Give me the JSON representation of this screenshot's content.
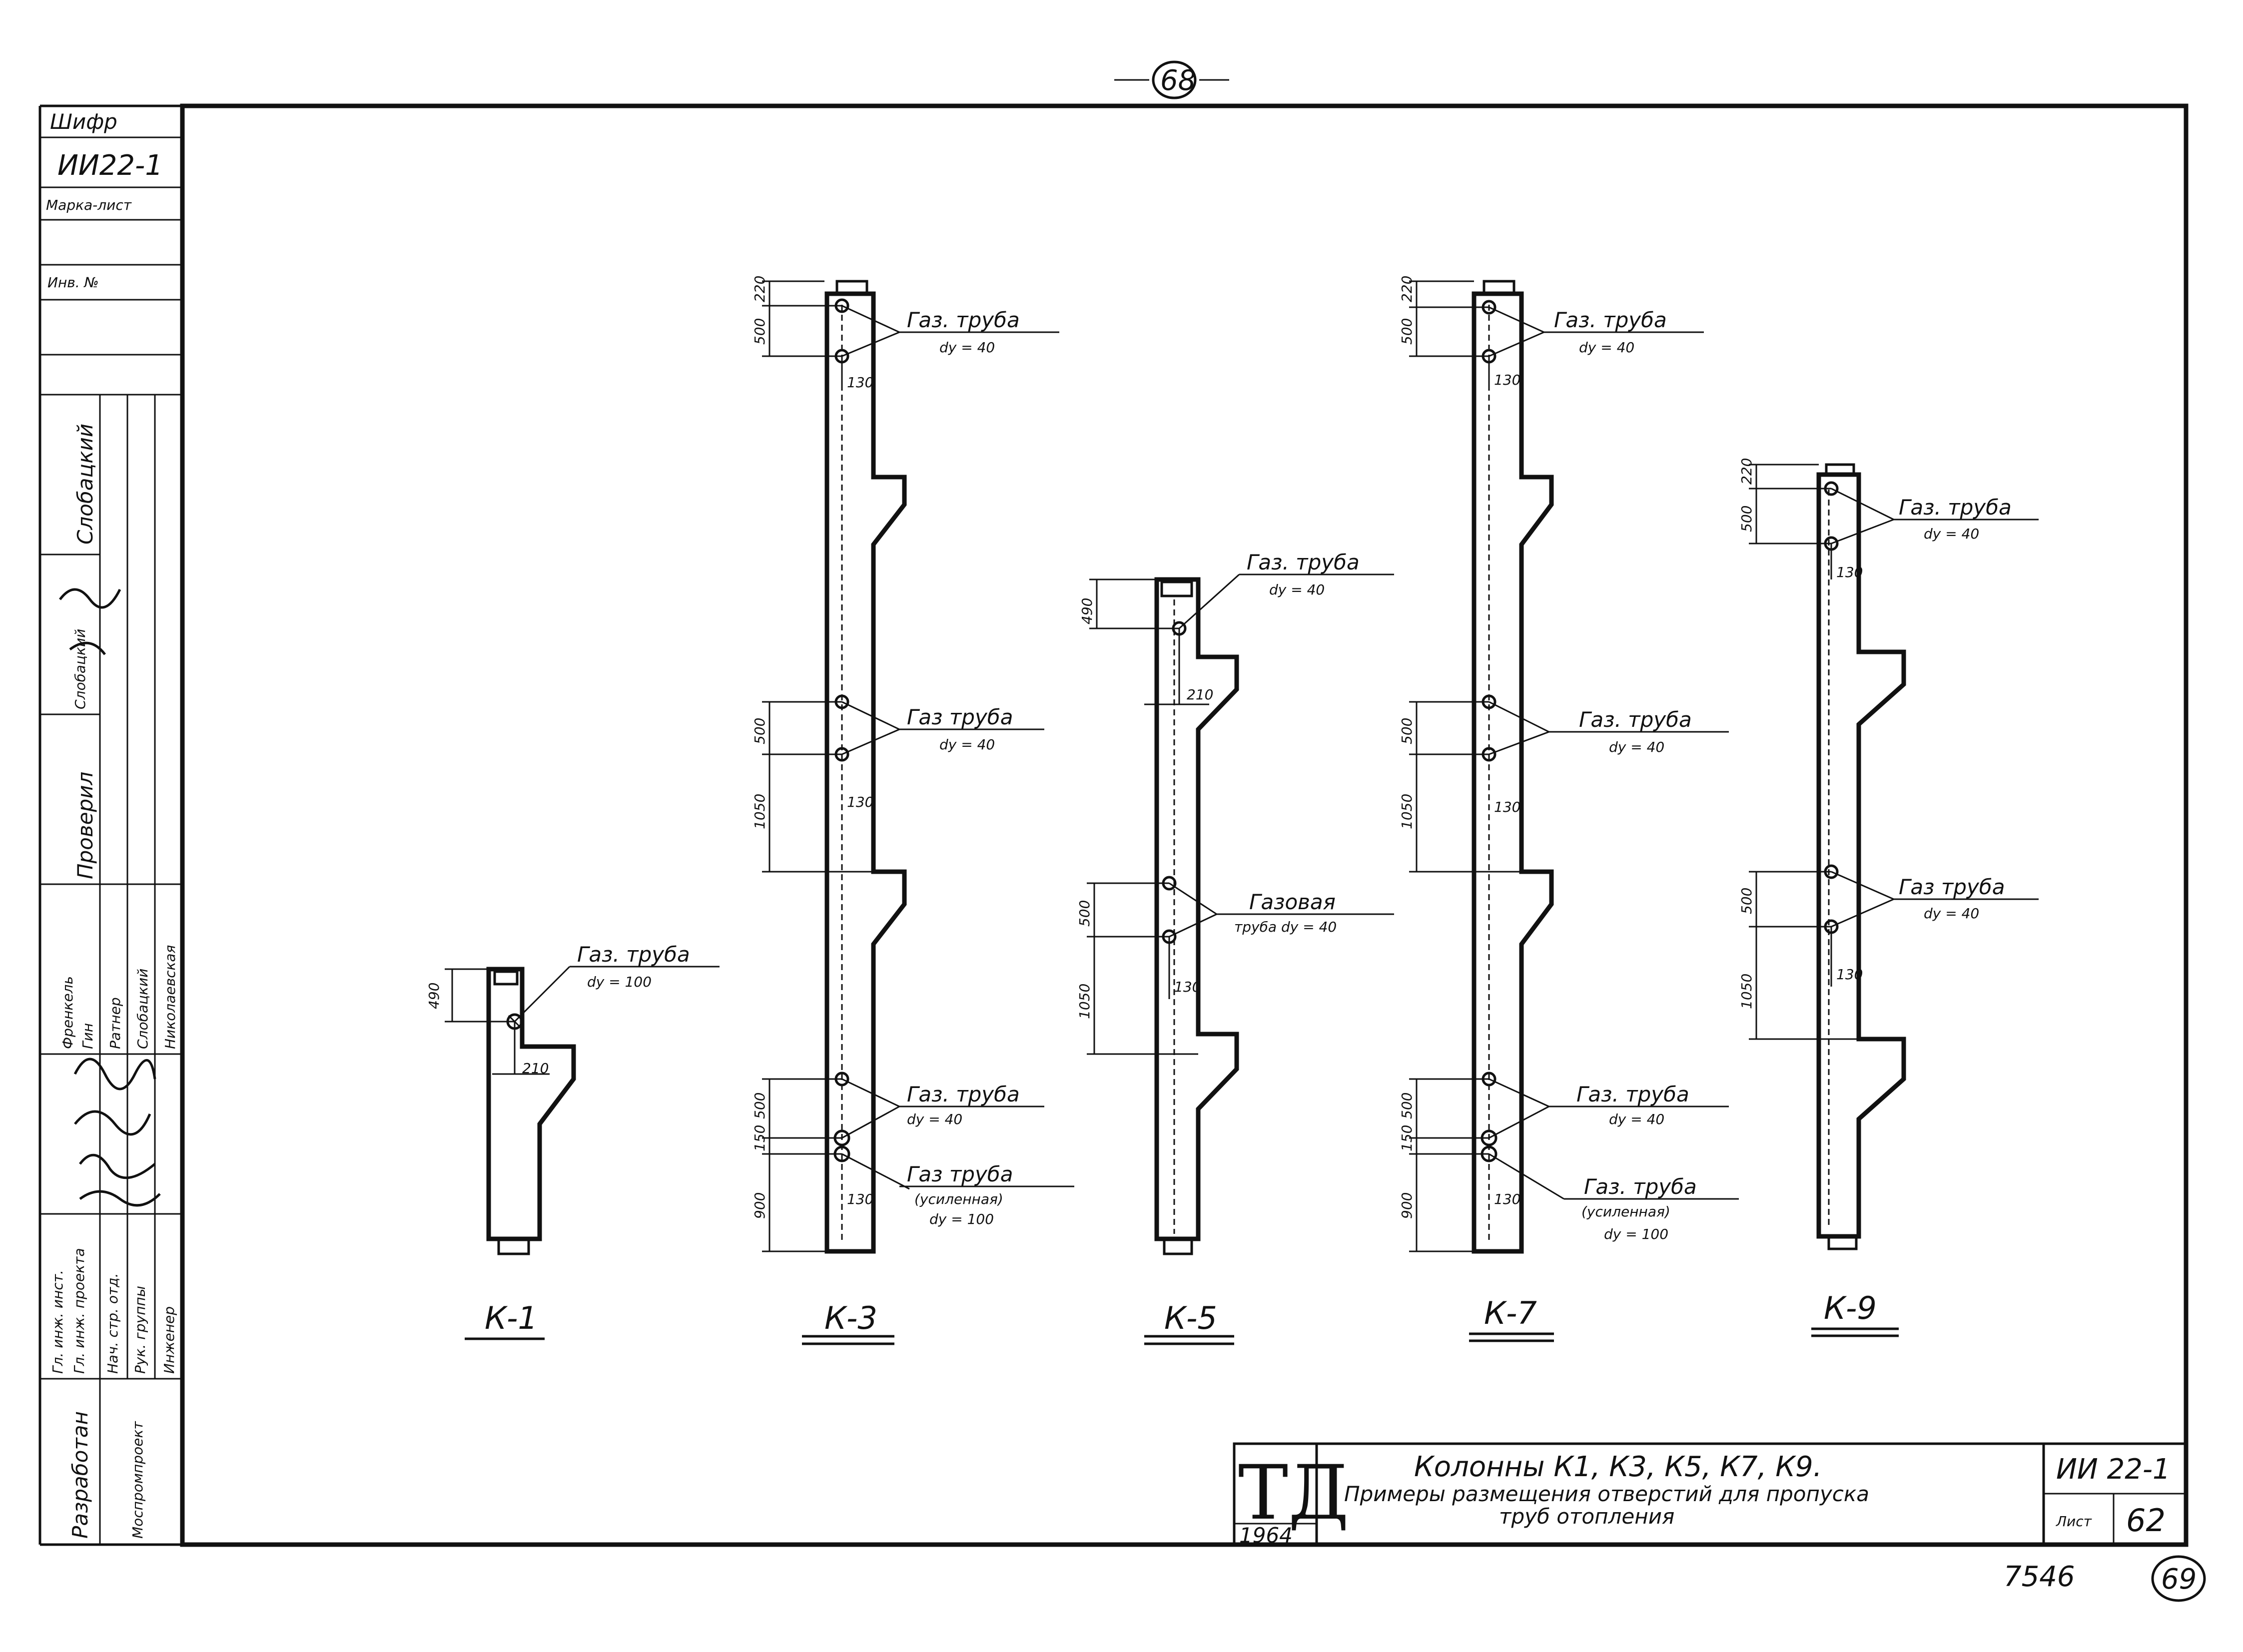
{
  "page_number_top": "68",
  "page_number_bottom": "69",
  "stamp_number": "7546",
  "left_strip": {
    "cipher_label": "Шифр",
    "cipher_value": "ИИ22-1",
    "mark_label": "Марка-лист",
    "inv_label": "Инв. №",
    "developed_by": "Разработан",
    "org": "Моспромпроект",
    "checked_label": "Проверил",
    "checked_name": "Слобацкий",
    "top_name": "Слобацкий",
    "roles": [
      "Гл. инж. инст.",
      "Гл. инж. проекта",
      "Нач. стр. отд.",
      "Рук. группы",
      "Инженер"
    ],
    "names": [
      "Френкель",
      "Гин",
      "Ратнер",
      "Слобацкий",
      "Николаевская"
    ]
  },
  "columns": [
    {
      "label": "К-1",
      "pipes": [
        "Газ. труба",
        "dy = 100"
      ],
      "dims": [
        "490",
        "210"
      ]
    },
    {
      "label": "К-3",
      "pipes": [
        "Газ. труба",
        "dy = 40",
        "Газ труба",
        "dy = 40",
        "Газ. труба",
        "dy = 40",
        "Газ труба",
        "(усиленная)",
        "dy = 100"
      ],
      "dims": [
        "220",
        "500",
        "130",
        "500",
        "1050",
        "130",
        "500",
        "150",
        "900",
        "130"
      ]
    },
    {
      "label": "К-5",
      "pipes": [
        "Газ. труба",
        "dy = 40",
        "Газовая",
        "труба dy = 40"
      ],
      "dims": [
        "490",
        "210",
        "500",
        "1050",
        "130"
      ]
    },
    {
      "label": "К-7",
      "pipes": [
        "Газ. труба",
        "dy = 40",
        "Газ. труба",
        "dy = 40",
        "Газ. труба",
        "dy = 40",
        "Газ. труба",
        "(усиленная)",
        "dy = 100"
      ],
      "dims": [
        "220",
        "500",
        "130",
        "500",
        "1050",
        "130",
        "500",
        "150",
        "900",
        "130"
      ]
    },
    {
      "label": "К-9",
      "pipes": [
        "Газ. труба",
        "dy = 40",
        "Газ труба",
        "dy = 40"
      ],
      "dims": [
        "220",
        "500",
        "130",
        "500",
        "1050",
        "130"
      ]
    }
  ],
  "title_block": {
    "logo": "ТД",
    "year": "1964",
    "title_line1": "Колонны К1, К3, К5, К7, К9.",
    "title_line2": "Примеры размещения отверстий для пропуска",
    "title_line3": "труб отопления",
    "code": "ИИ 22-1",
    "sheet_label": "Лист",
    "sheet_no": "62"
  }
}
